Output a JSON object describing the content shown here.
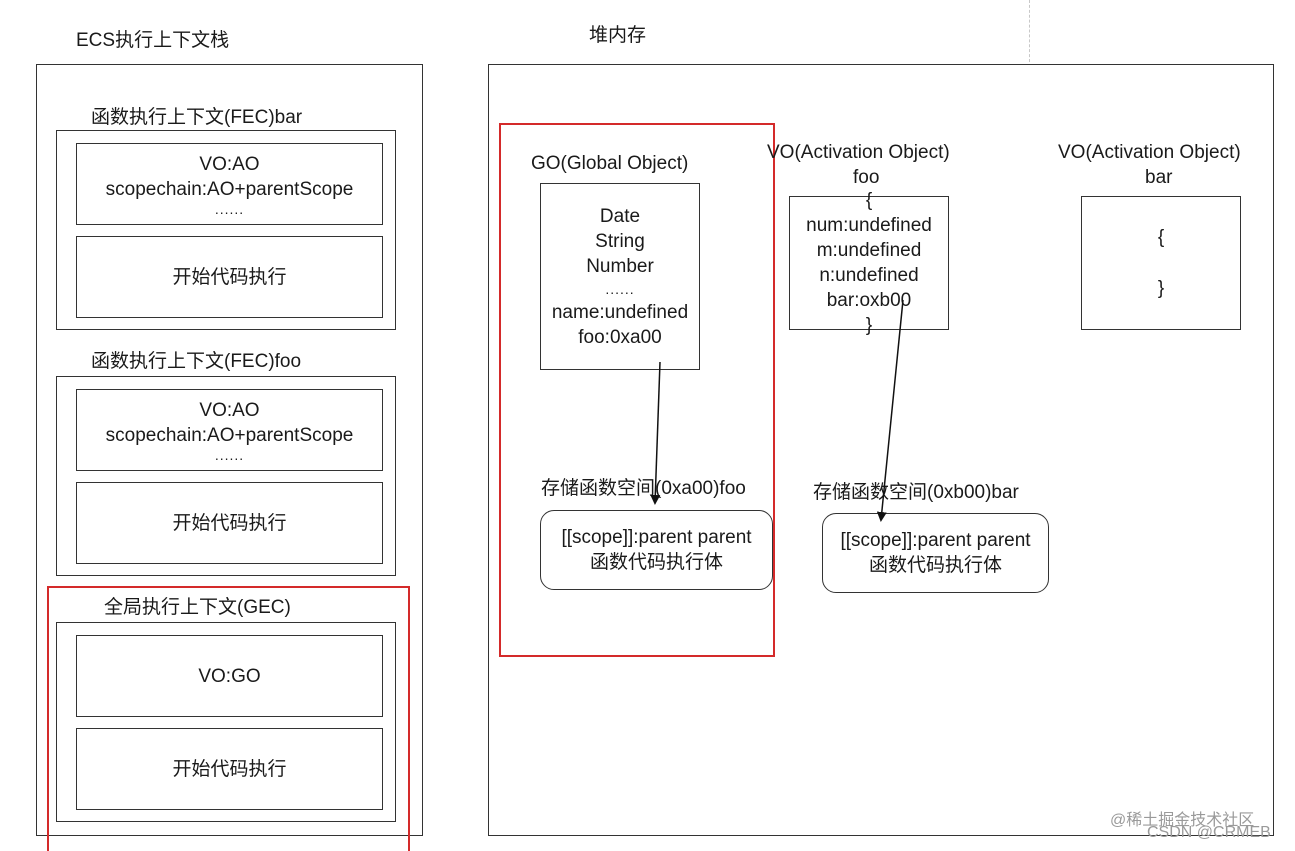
{
  "ecs": {
    "title": "ECS执行上下文栈",
    "fec_bar": {
      "label": "函数执行上下文(FEC)bar",
      "vo": "VO:AO",
      "scope": "scopechain:AO+parentScope",
      "dots": "......",
      "exec": "开始代码执行"
    },
    "fec_foo": {
      "label": "函数执行上下文(FEC)foo",
      "vo": "VO:AO",
      "scope": "scopechain:AO+parentScope",
      "dots": "......",
      "exec": "开始代码执行"
    },
    "gec": {
      "label": "全局执行上下文(GEC)",
      "vo": "VO:GO",
      "exec": "开始代码执行"
    }
  },
  "heap": {
    "title": "堆内存",
    "go": {
      "title": "GO(Global Object)",
      "lines": [
        "Date",
        "String",
        "Number",
        "......",
        "name:undefined",
        "foo:0xa00"
      ]
    },
    "vo_foo": {
      "title": "VO(Activation Object)",
      "subtitle": "foo",
      "lines": [
        "{",
        "num:undefined",
        "m:undefined",
        "n:undefined",
        "bar:oxb00",
        "}"
      ]
    },
    "vo_bar": {
      "title": "VO(Activation Object)",
      "subtitle": "bar",
      "lines": [
        "{",
        "}"
      ]
    },
    "fn_foo": {
      "label": "存储函数空间(0xa00)foo",
      "line1": "[[scope]]:parent parent",
      "line2": "函数代码执行体"
    },
    "fn_bar": {
      "label": "存储函数空间(0xb00)bar",
      "line1": "[[scope]]:parent parent",
      "line2": "函数代码执行体"
    }
  },
  "watermark": {
    "line1": "@稀土掘金技术社区",
    "line2": "CSDN @CRMEB"
  },
  "colors": {
    "highlight": "#d42a2a",
    "stroke": "#333333"
  }
}
